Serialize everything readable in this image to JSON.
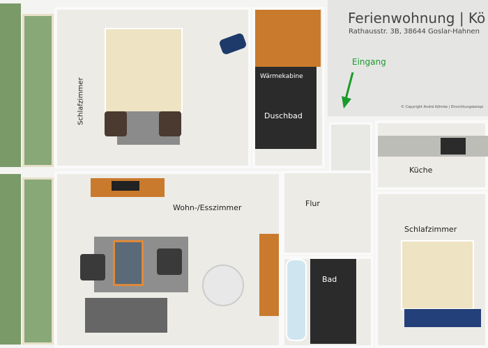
{
  "header": {
    "title": "Ferienwohnung | Kö",
    "address": "Rathausstr. 3B, 38644 Goslar-Hahnen",
    "copyright": "© Copyright André Köhnke | Einrichtungsbeispi"
  },
  "entrance": {
    "label": "Eingang",
    "color": "#1a9a2a"
  },
  "rooms": {
    "bedroom1": "Schlafzimmer",
    "sauna": "Wärmekabine",
    "shower_bath": "Duschbad",
    "living": "Wohn-/Esszimmer",
    "hall": "Flur",
    "bath": "Bad",
    "kitchen": "Küche",
    "bedroom2": "Schlafzimmer"
  }
}
